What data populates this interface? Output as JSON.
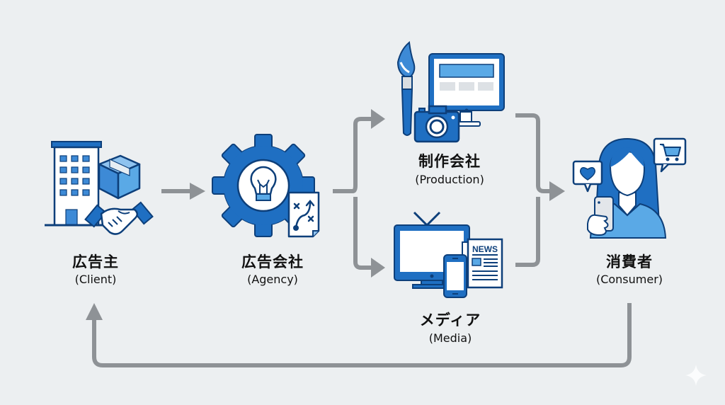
{
  "diagram": {
    "title": "Advertising industry flow",
    "colors": {
      "primary": "#1f6fc2",
      "dark": "#0d3f7a",
      "light": "#5aa9e6",
      "arrow": "#8e9296",
      "background": "#eceff1"
    },
    "nodes": [
      {
        "id": "client",
        "label_jp": "広告主",
        "label_en": "(Client)",
        "icon": "building-handshake-box-icon"
      },
      {
        "id": "agency",
        "label_jp": "広告会社",
        "label_en": "(Agency)",
        "icon": "gear-lightbulb-strategy-icon"
      },
      {
        "id": "production",
        "label_jp": "制作会社",
        "label_en": "(Production)",
        "icon": "brush-monitor-camera-icon"
      },
      {
        "id": "media",
        "label_jp": "メディア",
        "label_en": "(Media)",
        "icon": "tv-phone-newspaper-icon"
      },
      {
        "id": "consumer",
        "label_jp": "消費者",
        "label_en": "(Consumer)",
        "icon": "woman-phone-heart-cart-icon"
      }
    ],
    "newspaper_text": "NEWS",
    "edges": [
      {
        "from": "client",
        "to": "agency"
      },
      {
        "from": "agency",
        "to": "production"
      },
      {
        "from": "agency",
        "to": "media"
      },
      {
        "from": "production",
        "to": "consumer"
      },
      {
        "from": "media",
        "to": "consumer"
      },
      {
        "from": "consumer",
        "to": "client",
        "type": "feedback-loop"
      }
    ]
  }
}
